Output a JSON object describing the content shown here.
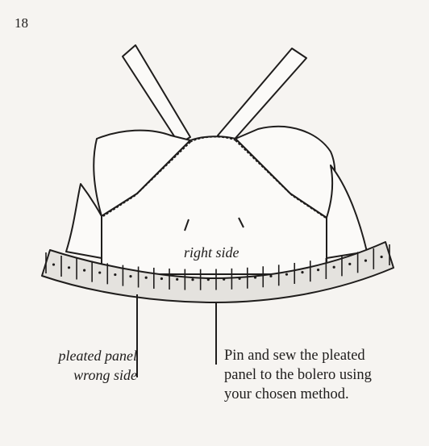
{
  "step_number": "18",
  "labels": {
    "right_side": "right side",
    "panel_line1": "pleated panel",
    "panel_line2": "wrong side",
    "instruction_line1": "Pin and sew the pleated",
    "instruction_line2": "panel to the bolero using",
    "instruction_line3": "your chosen method."
  },
  "colors": {
    "paper": "#f6f4f1",
    "garment": "#fbfaf8",
    "shadow": "#d9d6d2",
    "ink": "#1f1d1c",
    "panel_fill": "#dcdad6"
  }
}
